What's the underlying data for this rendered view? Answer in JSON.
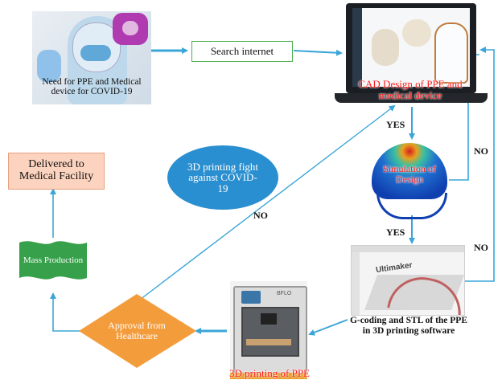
{
  "nodes": {
    "need": "Need for PPE and Medical device for COVID-19",
    "search": "Search internet",
    "cad": "CAD Design of PPE and medical device",
    "simulation": "Simulation of Design",
    "gcode": "G-coding and STL of the PPE in 3D printing software",
    "printing": "3D printing of PPE",
    "approval": "Approval from Healthcare",
    "mass": "Mass Production",
    "delivered": "Delivered to Medical Facility",
    "slogan": "3D printing fight against COVID-19"
  },
  "edges": {
    "yes_cad_sim": "YES",
    "yes_sim_gcode": "YES",
    "no_sim": "NO",
    "no_gcode": "NO",
    "no_approval": "NO"
  },
  "printer_brand": "Ultimaker",
  "printer_panel": "BFLO",
  "colors": {
    "arrow": "#3aa6d8",
    "cad_text": "#ff1a1a",
    "slogan_fill": "#2a8fd0",
    "approval_fill": "#f39c3c",
    "mass_fill": "#37a04a",
    "delivered_fill": "#fbd3be",
    "search_border": "#4caf50"
  }
}
